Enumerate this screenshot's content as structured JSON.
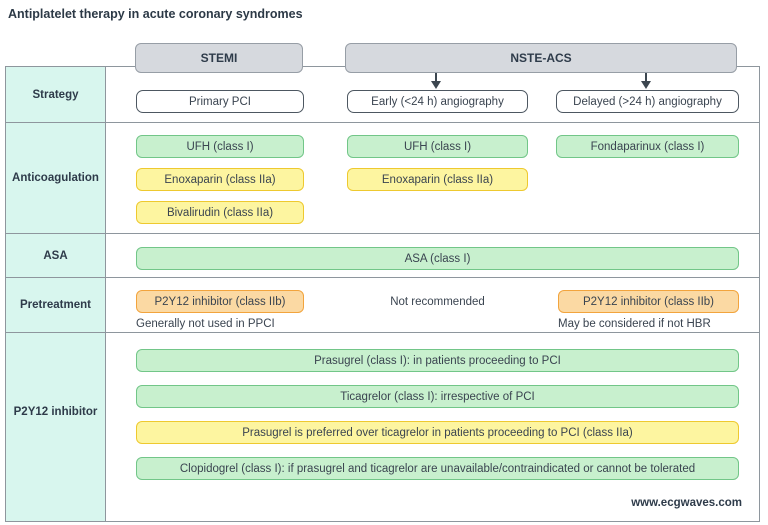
{
  "title": "Antiplatelet therapy in acute coronary syndromes",
  "headers": {
    "stemi": "STEMI",
    "nste_acs": "NSTE-ACS"
  },
  "row_labels": {
    "strategy": "Strategy",
    "anticoagulation": "Anticoagulation",
    "asa": "ASA",
    "pretreatment": "Pretreatment",
    "p2y12": "P2Y12 inhibitor"
  },
  "strategy": {
    "stemi": "Primary PCI",
    "early": "Early (<24 h) angiography",
    "delayed": "Delayed (>24 h) angiography"
  },
  "anticoagulation": {
    "stemi": [
      "UFH (class I)",
      "Enoxaparin (class IIa)",
      "Bivalirudin (class IIa)"
    ],
    "early": [
      "UFH (class I)",
      "Enoxaparin (class IIa)"
    ],
    "delayed": [
      "Fondaparinux (class I)"
    ]
  },
  "asa": {
    "all_columns": "ASA (class I)"
  },
  "pretreatment": {
    "stemi_box": "P2Y12 inhibitor (class IIb)",
    "stemi_note": "Generally not used in PPCI",
    "early_text": "Not recommended",
    "delayed_box": "P2Y12 inhibitor (class IIb)",
    "delayed_note": "May be considered if not HBR"
  },
  "p2y12_rows": [
    {
      "text": "Prasugrel (class I): in patients proceeding to PCI",
      "tone": "green"
    },
    {
      "text": "Ticagrelor (class I): irrespective of PCI",
      "tone": "green"
    },
    {
      "text": "Prasugrel is preferred over ticagrelor in patients proceeding to PCI (class IIa)",
      "tone": "yellow"
    },
    {
      "text": "Clopidogrel (class I): if prasugrel and ticagrelor are unavailable/contraindicated or cannot be tolerated",
      "tone": "green"
    }
  ],
  "watermark": "www.ecgwaves.com",
  "colors": {
    "green_fill": "#c8f0ce",
    "green_border": "#72c688",
    "yellow_fill": "#fdf5a0",
    "yellow_border": "#eec92f",
    "orange_fill": "#fbd9a3",
    "orange_border": "#f2a43d",
    "mint_fill": "#d8f6ee",
    "header_fill": "#d6d9de",
    "grid_border": "#8e969d",
    "text": "#3a4450"
  }
}
